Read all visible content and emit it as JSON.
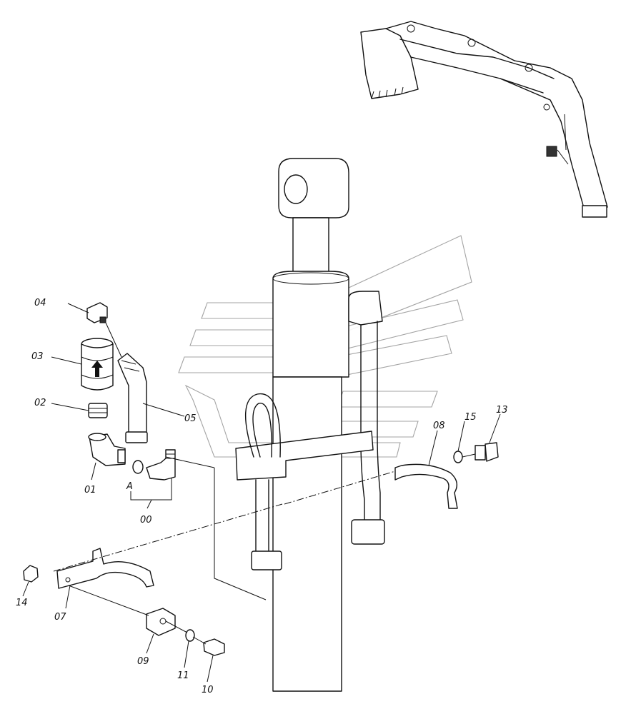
{
  "callouts": {
    "p00": "00",
    "p01": "01",
    "p02": "02",
    "p03": "03",
    "p04": "04",
    "p05": "05",
    "p07": "07",
    "p08": "08",
    "p09": "09",
    "p10": "10",
    "p11": "11",
    "p13": "13",
    "p14": "14",
    "p15": "15",
    "detail_a": "A"
  },
  "colors": {
    "line": "#111111",
    "watermark": "#9a9a9a",
    "background": "#ffffff"
  },
  "icons": {
    "check_valve_arrow": "arrow-up-icon"
  }
}
